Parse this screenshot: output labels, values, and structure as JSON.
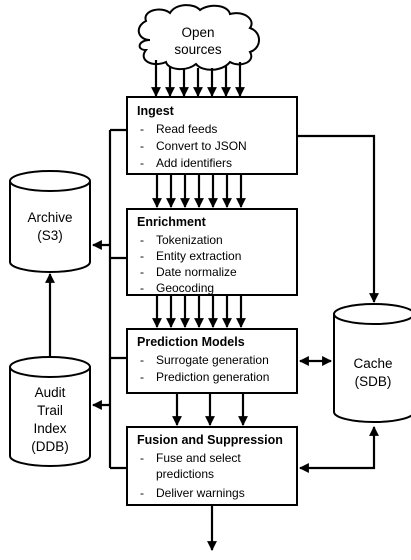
{
  "cloud": {
    "label_line1": "Open",
    "label_line2": "sources"
  },
  "stages": [
    {
      "title": "Ingest",
      "items": [
        "Read feeds",
        "Convert to JSON",
        "Add identifiers"
      ]
    },
    {
      "title": "Enrichment",
      "items": [
        "Tokenization",
        "Entity extraction",
        "Date normalize",
        "Geocoding"
      ]
    },
    {
      "title": "Prediction Models",
      "items": [
        "Surrogate generation",
        "Prediction generation"
      ]
    },
    {
      "title": "Fusion and Suppression",
      "items": [
        "Fuse and select",
        "predictions",
        "Deliver warnings"
      ]
    }
  ],
  "stores": {
    "archive": {
      "line1": "Archive",
      "line2": "(S3)"
    },
    "audit": {
      "line1": "Audit",
      "line2": "Trail",
      "line3": "Index",
      "line4": "(DDB)"
    },
    "cache": {
      "line1": "Cache",
      "line2": "(SDB)"
    }
  }
}
